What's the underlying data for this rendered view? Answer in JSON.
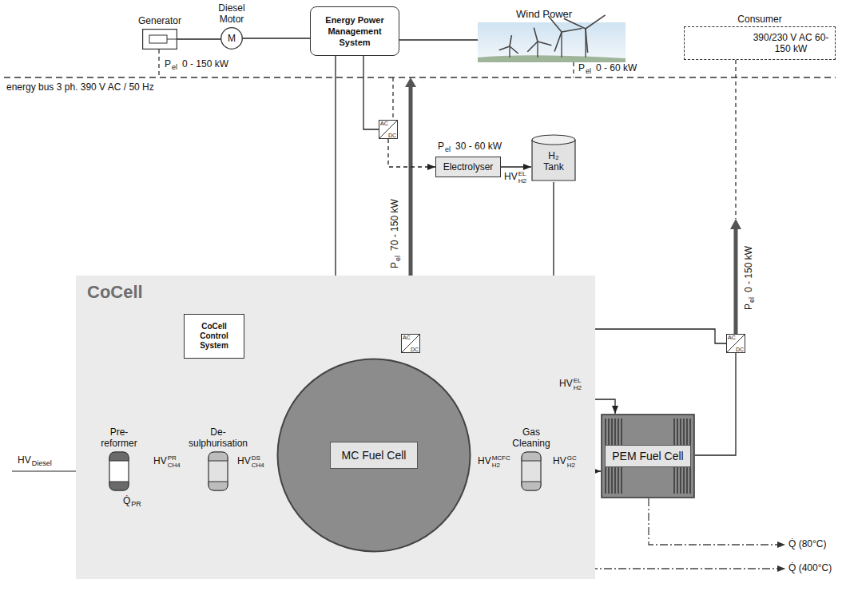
{
  "diagram": {
    "nodes": [
      {
        "text": [
          "Generator"
        ]
      },
      {
        "text": [
          "Diesel Motor",
          "M"
        ]
      },
      {
        "text": [
          "Energy Power Management System"
        ]
      },
      {
        "text": [
          "Wind Power"
        ]
      },
      {
        "text": [
          "Consumer",
          "390/230 V AC 60-150 kW"
        ]
      },
      {
        "text": [
          "AC",
          "DC"
        ]
      },
      {
        "text": [
          "Electrolyser"
        ]
      },
      {
        "text": [
          "H₂ Tank"
        ]
      },
      {
        "text": [
          "CoCell"
        ]
      },
      {
        "text": [
          "CoCell Control System"
        ],
        "in": 8
      },
      {
        "text": [
          "AC",
          "DC"
        ],
        "in": 8
      },
      {
        "text": [
          "AC",
          "DC"
        ]
      },
      {
        "text": [
          "Pre- reformer"
        ],
        "in": 8
      },
      {
        "text": [
          "De- sulphurisation"
        ],
        "in": 8
      },
      {
        "text": [
          "MC Fuel Cell"
        ],
        "in": 8
      },
      {
        "text": [
          "Gas Cleaning"
        ],
        "in": 8
      },
      {
        "text": [
          "PEM Fuel Cell"
        ]
      }
    ],
    "edges": [
      {
        "from": 0,
        "to": 1,
        "arrow": "none"
      },
      {
        "from": 1,
        "to": 2,
        "arrow": "none"
      },
      {
        "from": 2,
        "to": 3,
        "arrow": "none"
      },
      {
        "from": 2,
        "to": 9,
        "arrow": "none"
      },
      {
        "from": 2,
        "to": 5,
        "arrow": "none"
      },
      {
        "from": 5,
        "to": 6,
        "arrow": "to"
      },
      {
        "from": 6,
        "to": 7,
        "arrow": "to"
      },
      {
        "from": 7,
        "to": 16,
        "arrow": "to"
      },
      {
        "from": 9,
        "to": 10,
        "arrow": "none"
      },
      {
        "from": 9,
        "to": 11,
        "arrow": "none"
      },
      {
        "from": 14,
        "to": 10,
        "arrow": "none"
      },
      {
        "from": 16,
        "to": 11,
        "arrow": "none"
      },
      {
        "from": 12,
        "to": 13,
        "arrow": "to"
      },
      {
        "from": 13,
        "to": 14,
        "arrow": "to"
      },
      {
        "from": 14,
        "to": 15,
        "arrow": "to"
      },
      {
        "from": 15,
        "to": 16,
        "arrow": "to"
      },
      {
        "from": 14,
        "to": 12,
        "arrow": "to"
      }
    ],
    "labels": [
      "energy bus 3 ph. 390 V AC / 50 Hz",
      "P",
      "el",
      "0 - 150 kW",
      "P",
      "el",
      "0 - 60 kW",
      "P",
      "el",
      "30 - 60 kW",
      "HV",
      "EL",
      "H2",
      "P",
      "el",
      "70 - 150 kW",
      "P",
      "el",
      "0 - 150 kW",
      "HV",
      "EL",
      "H2",
      "HV",
      "Diesel",
      "HV",
      "PR",
      "CH4",
      "HV",
      "DS",
      "CH4",
      "HV",
      "MCFC",
      "H2",
      "HV",
      "GC",
      "H2",
      "Q̇",
      "PR",
      "Q̇ (80°C)",
      "Q̇ (400°C)"
    ]
  }
}
